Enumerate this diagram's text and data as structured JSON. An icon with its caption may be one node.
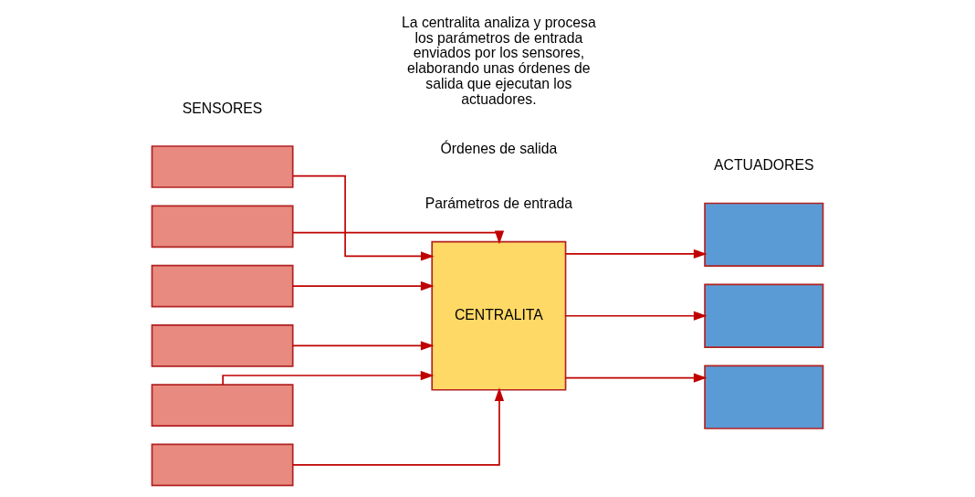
{
  "diagram": {
    "nodes": [
      {
        "text": [],
        "shape": "box"
      },
      {
        "text": [],
        "shape": "box"
      },
      {
        "text": [],
        "shape": "box"
      },
      {
        "text": [],
        "shape": "box"
      },
      {
        "text": [],
        "shape": "box"
      },
      {
        "text": [],
        "shape": "box"
      },
      {
        "text": [
          "CENTRALITA"
        ]
      },
      {
        "text": [],
        "shape": "box"
      },
      {
        "text": [],
        "shape": "box"
      },
      {
        "text": [],
        "shape": "box"
      }
    ],
    "edges": [
      {
        "from": 0,
        "to": 6,
        "arrow": "to"
      },
      {
        "from": 1,
        "to": 6,
        "arrow": "to"
      },
      {
        "from": 2,
        "to": 6,
        "arrow": "to"
      },
      {
        "from": 3,
        "to": 6,
        "arrow": "to"
      },
      {
        "from": 4,
        "to": 6,
        "arrow": "to"
      },
      {
        "from": 5,
        "to": 6,
        "arrow": "to"
      },
      {
        "from": 6,
        "to": 7,
        "arrow": "to"
      },
      {
        "from": 6,
        "to": 8,
        "arrow": "to"
      },
      {
        "from": 6,
        "to": 9,
        "arrow": "to"
      }
    ],
    "labels": [
      "SENSORES",
      "Parámetros de entrada",
      "Órdenes de salida",
      "ACTUADORES",
      "La centralita analiza y procesa los parámetros de entrada enviados por los sensores, elaborando unas órdenes de salida que ejecutan los actuadores."
    ]
  }
}
